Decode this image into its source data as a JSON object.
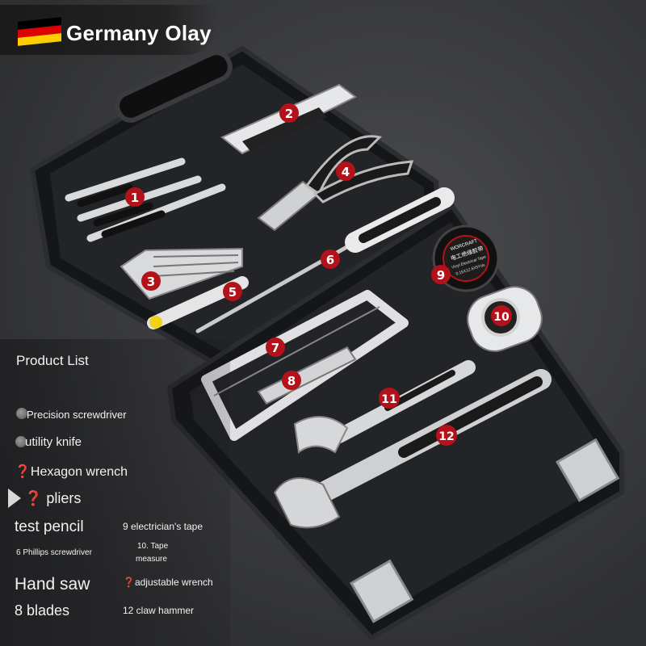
{
  "brand": {
    "name": "Germany Olay",
    "flag_colors": [
      "#000000",
      "#dd0000",
      "#ffce00"
    ]
  },
  "markers": [
    "1",
    "2",
    "3",
    "4",
    "5",
    "6",
    "7",
    "8",
    "9",
    "10",
    "11",
    "12"
  ],
  "tape_label": {
    "brand": "WORCRAFT",
    "title_cn": "电工绝缘胶带",
    "title_en": "Vinyl Electrical Tape",
    "spec": "0.15X12.6X5Yds"
  },
  "product_list": {
    "title": "Product List",
    "items": [
      "Precision screwdriver",
      "utility knife",
      "❓Hexagon wrench",
      "❓ pliers",
      "test pencil",
      "6 Phillips screwdriver",
      "Hand saw",
      "8 blades",
      "9 electrician's tape",
      "10. Tape",
      "measure",
      "❓adjustable wrench",
      "12 claw hammer"
    ]
  },
  "colors": {
    "marker_red": "#b3121b",
    "case_black": "#1b1c1e",
    "tray": "#2a2b2e"
  }
}
